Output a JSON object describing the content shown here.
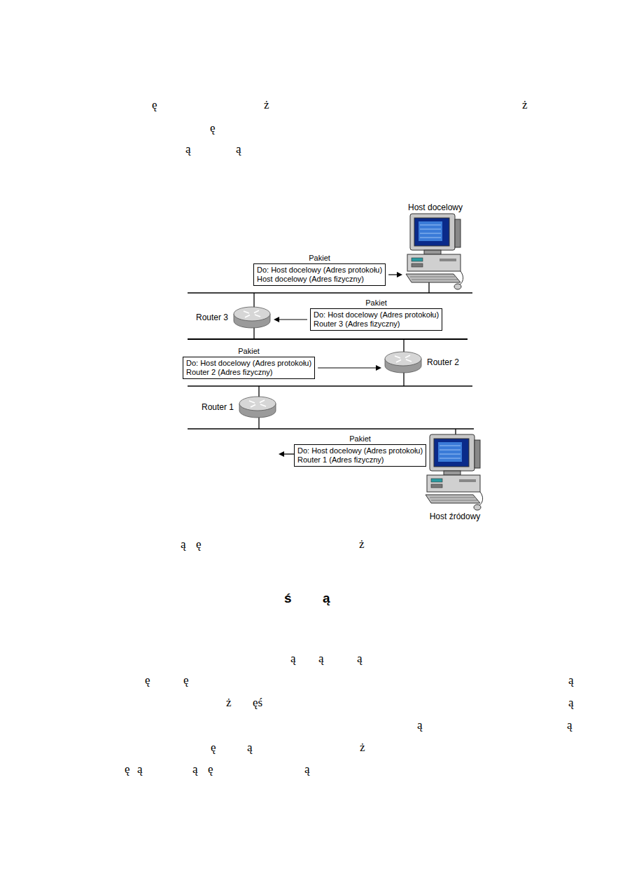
{
  "diagram": {
    "nodes": [
      {
        "text": [
          "Host docelowy"
        ]
      },
      {
        "text": [
          "Pakiet",
          "Do: Host docelowy (Adres protokołu)",
          "Host docelowy (Adres fizyczny)"
        ]
      },
      {
        "text": [
          "Router 3"
        ]
      },
      {
        "text": [
          "Pakiet",
          "Do: Host docelowy (Adres protokołu)",
          "Router 3 (Adres fizyczny)"
        ]
      },
      {
        "text": [
          "Pakiet",
          "Do: Host docelowy (Adres protokołu)",
          "Router 2 (Adres fizyczny)"
        ]
      },
      {
        "text": [
          "Router 2"
        ]
      },
      {
        "text": [
          "Router 1"
        ]
      },
      {
        "text": [
          "Pakiet",
          "Do: Host docelowy (Adres protokołu)",
          "Router 1 (Adres fizyczny)"
        ]
      },
      {
        "text": [
          "Host źródowy"
        ]
      }
    ],
    "edges": [
      {
        "from": 1,
        "to": 0,
        "arrow": "to"
      },
      {
        "from": 3,
        "to": 2,
        "arrow": "to"
      },
      {
        "from": 4,
        "to": 5,
        "arrow": "to"
      }
    ],
    "labels": [
      "ę",
      "ż",
      "ż",
      "ę",
      "ą",
      "ą",
      "ą",
      "ę",
      "ż",
      "ś",
      "ą",
      "ą",
      "ą",
      "ą",
      "ę",
      "ę",
      "ą",
      "ż",
      "ęś",
      "ą",
      "ą",
      "ą",
      "ę",
      "ą",
      "ż",
      "ę",
      "ą",
      "ą",
      "ę",
      "ą"
    ]
  }
}
